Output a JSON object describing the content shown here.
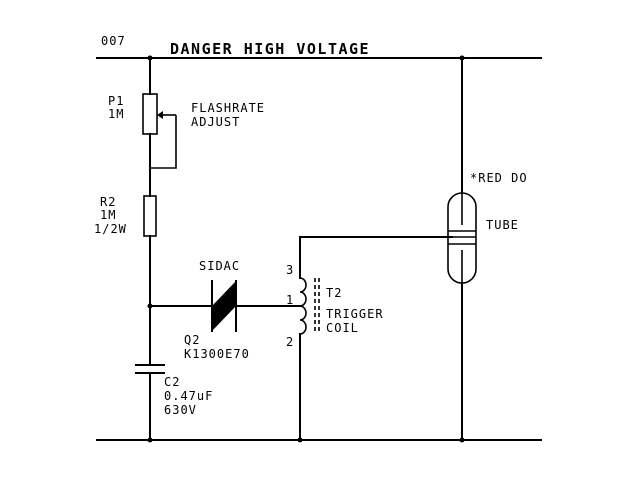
{
  "diagram": {
    "page_number": "007",
    "title": "DANGER HIGH VOLTAGE",
    "p1": {
      "ref": "P1",
      "value": "1M",
      "note_line1": "FLASHRATE",
      "note_line2": "ADJUST"
    },
    "r2": {
      "ref": "R2",
      "value": "1M",
      "rating": "1/2W"
    },
    "sidac": {
      "label": "SIDAC",
      "ref": "Q2",
      "part": "K1300E70"
    },
    "t2": {
      "ref": "T2",
      "desc_line1": "TRIGGER",
      "desc_line2": "COIL",
      "pin_3": "3",
      "pin_1": "1",
      "pin_2": "2"
    },
    "c2": {
      "ref": "C2",
      "value": "0.47uF",
      "voltage": "630V"
    },
    "tube": {
      "label": "TUBE",
      "note": "*RED DO"
    }
  },
  "colors": {
    "ink": "#000000",
    "background": "#ffffff"
  }
}
